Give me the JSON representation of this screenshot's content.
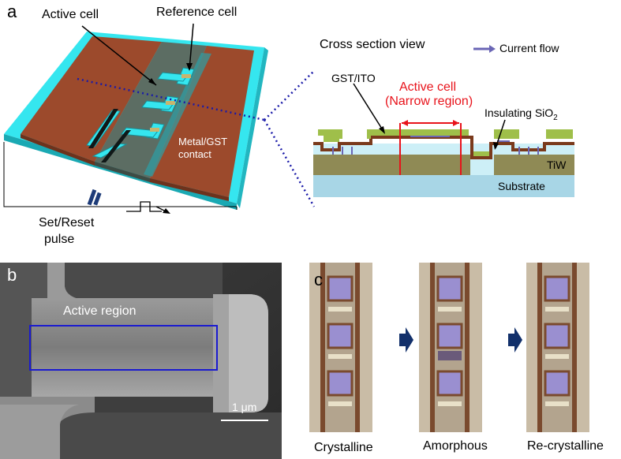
{
  "panels": {
    "a": {
      "letter": "a",
      "active_cell": "Active cell",
      "reference_cell": "Reference cell",
      "metal_contact_1": "Metal/GST",
      "metal_contact_2": "contact",
      "pulse_1": "Set/Reset",
      "pulse_2": "pulse",
      "cross_section_title": "Cross section view",
      "current_flow": "Current flow",
      "gst_ito": "GST/ITO",
      "active_cell_cs_1": "Active cell",
      "active_cell_cs_2": "(Narrow region)",
      "insulating": "Insulating SiO",
      "insulating_sub": "2",
      "tiw": "TiW",
      "substrate": "Substrate"
    },
    "b": {
      "letter": "b",
      "active_region": "Active region",
      "scale_bar": "1 μm"
    },
    "c": {
      "letter": "c",
      "states": [
        "Crystalline",
        "Amorphous",
        "Re-crystalline"
      ]
    }
  },
  "colors": {
    "cyan": "#35e6ef",
    "metal": "#9c4a2c",
    "gst_green": "#9fbf4a",
    "tiw": "#8f8a55",
    "substrate": "#a8d6e6",
    "red": "#e8131b",
    "dotted_blue": "#1a1aa8",
    "arrow_navy": "#12306b"
  }
}
